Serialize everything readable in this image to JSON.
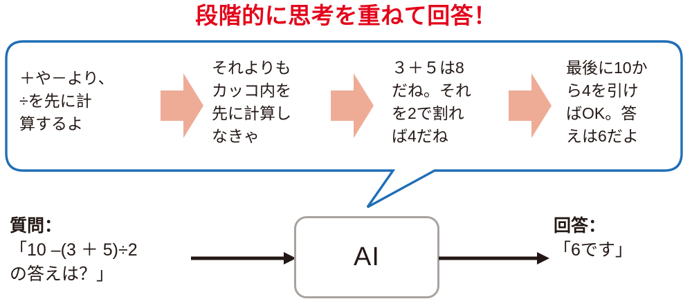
{
  "title": "段階的に思考を重ねて回答！",
  "colors": {
    "title_red": "#e3051b",
    "bubble_blue": "#1f6eb5",
    "arrow_salmon": "#eeac97",
    "ai_box_gray": "#a8a29e",
    "text_black": "#231815"
  },
  "bubble": {
    "steps": [
      {
        "text": "＋や－より、\n÷を先に計\n算するよ"
      },
      {
        "text": "それよりも\nカッコ内を\n先に計算し\nなきゃ"
      },
      {
        "text": "３＋５は8\nだね。それ\nを2で割れ\nば4だね"
      },
      {
        "text": "最後に10か\nら4を引け\nばOK。答\nえは6だよ"
      }
    ],
    "connector_icon": "right-arrow-icon"
  },
  "flow": {
    "question": {
      "label": "質問：",
      "body": "「10 –(3 ＋ 5)÷2\nの答えは？」"
    },
    "ai": {
      "label": "AI"
    },
    "answer": {
      "label": "回答：",
      "body": "「6です」"
    },
    "arrow_in_icon": "arrow-right-icon",
    "arrow_out_icon": "arrow-right-icon"
  }
}
